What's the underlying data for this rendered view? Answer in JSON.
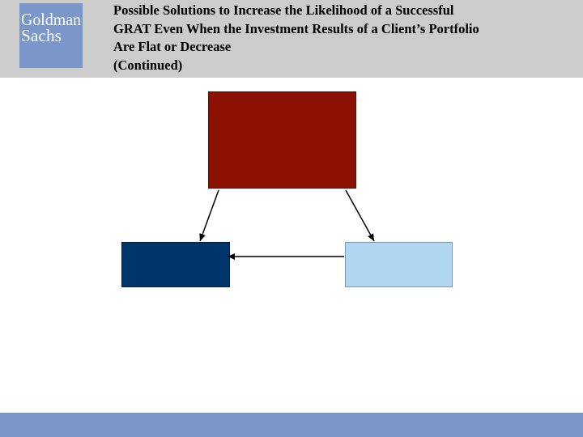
{
  "header": {
    "brand": "Goldman Sachs",
    "brand_line1": "Goldman",
    "brand_line2": "Sachs",
    "title_lines": [
      "Possible Solutions to Increase the Likelihood of a Successful",
      "GRAT Even When the Investment Results of a Client’s Portfolio",
      "Are Flat or Decrease",
      "(Continued)"
    ]
  },
  "diagram": {
    "nodes": [
      {
        "id": "top",
        "label": "",
        "color": "#8b1103"
      },
      {
        "id": "left",
        "label": "",
        "color": "#00356b"
      },
      {
        "id": "right",
        "label": "",
        "color": "#b0d6f1"
      }
    ],
    "edges": [
      {
        "from": "top",
        "to": "left"
      },
      {
        "from": "top",
        "to": "right"
      },
      {
        "from": "right",
        "to": "left"
      }
    ]
  },
  "colors": {
    "header_band": "#cccccc",
    "logo_bg": "#7b97c9",
    "footer_band": "#7b97c9",
    "arrow": "#000000"
  }
}
